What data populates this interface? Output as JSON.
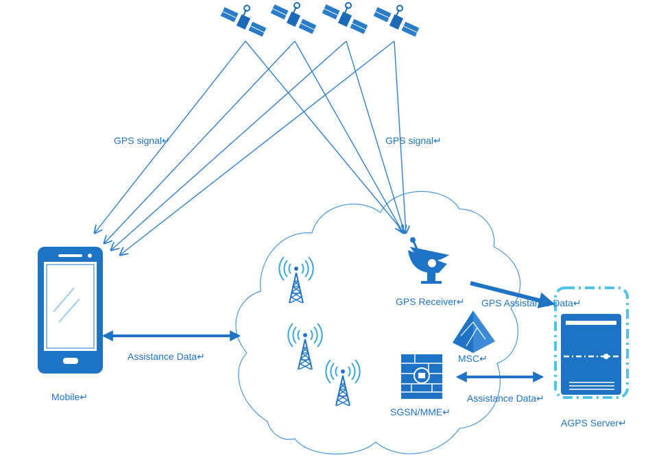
{
  "labels": {
    "gps_signal_left": "GPS signal↵",
    "gps_signal_right": "GPS signal↵",
    "gps_receiver": "GPS Receiver↵",
    "gps_assistance_data": "GPS Assistance Data↵",
    "msc": "MSC↵",
    "assistance_data_mobile": "Assistance Data↵",
    "assistance_data_agps": "Assistance Data↵",
    "sgsn_mme": "SGSN/MME↵",
    "mobile": "Mobile↵",
    "agps_server": "AGPS Server↵"
  },
  "colors": {
    "primary": "#1f73c4",
    "accent": "#3aa7d8",
    "server_dash": "#4fc3e8",
    "line": "#2f7fcc"
  },
  "icons": [
    "satellite-icon",
    "cell-tower-icon",
    "satellite-dish-icon",
    "pyramid-icon",
    "firewall-icon",
    "smartphone-icon",
    "server-icon"
  ]
}
